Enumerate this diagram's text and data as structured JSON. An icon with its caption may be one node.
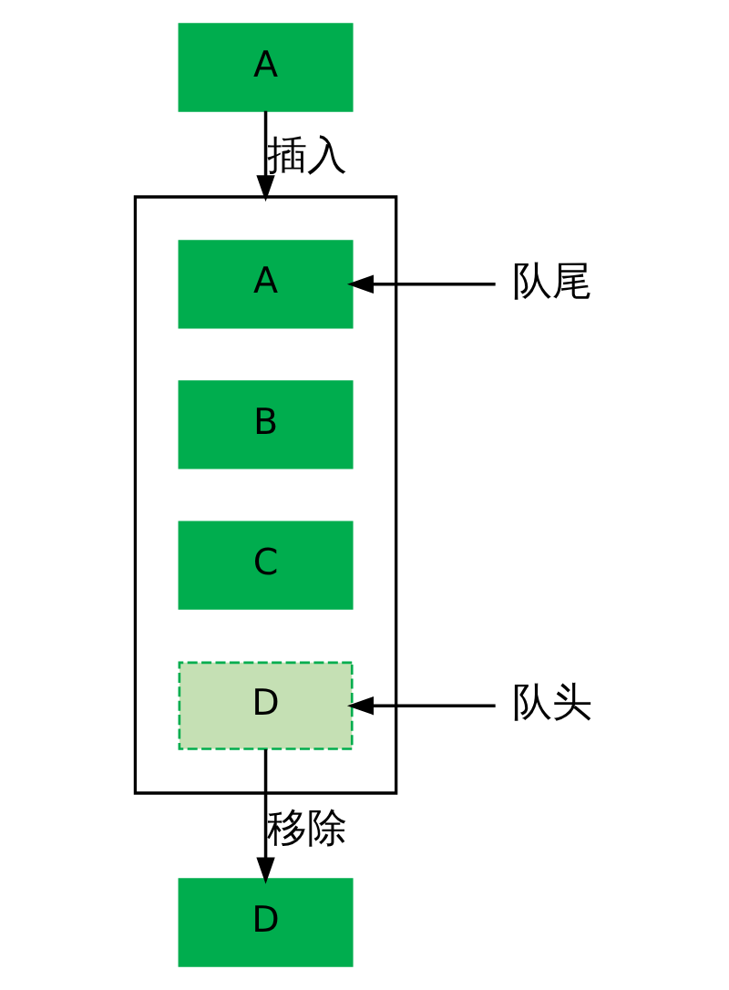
{
  "diagram": {
    "nodes": [
      {
        "text": [
          "A"
        ]
      },
      {
        "text": [],
        "shape": "box"
      },
      {
        "text": [
          "A"
        ],
        "in": 1
      },
      {
        "text": [
          "队尾"
        ]
      },
      {
        "text": [
          "B"
        ],
        "in": 1
      },
      {
        "text": [
          "C"
        ],
        "in": 1
      },
      {
        "text": [
          "D"
        ],
        "in": 1
      },
      {
        "text": [
          "队头"
        ]
      },
      {
        "text": [
          "D"
        ]
      }
    ],
    "edges": [
      {
        "from": 0,
        "to": 1,
        "arrow": "to",
        "label": "插入"
      },
      {
        "from": 3,
        "to": 2,
        "arrow": "to"
      },
      {
        "from": 7,
        "to": 6,
        "arrow": "to"
      },
      {
        "from": 6,
        "to": 8,
        "arrow": "to",
        "label": "移除"
      }
    ]
  }
}
